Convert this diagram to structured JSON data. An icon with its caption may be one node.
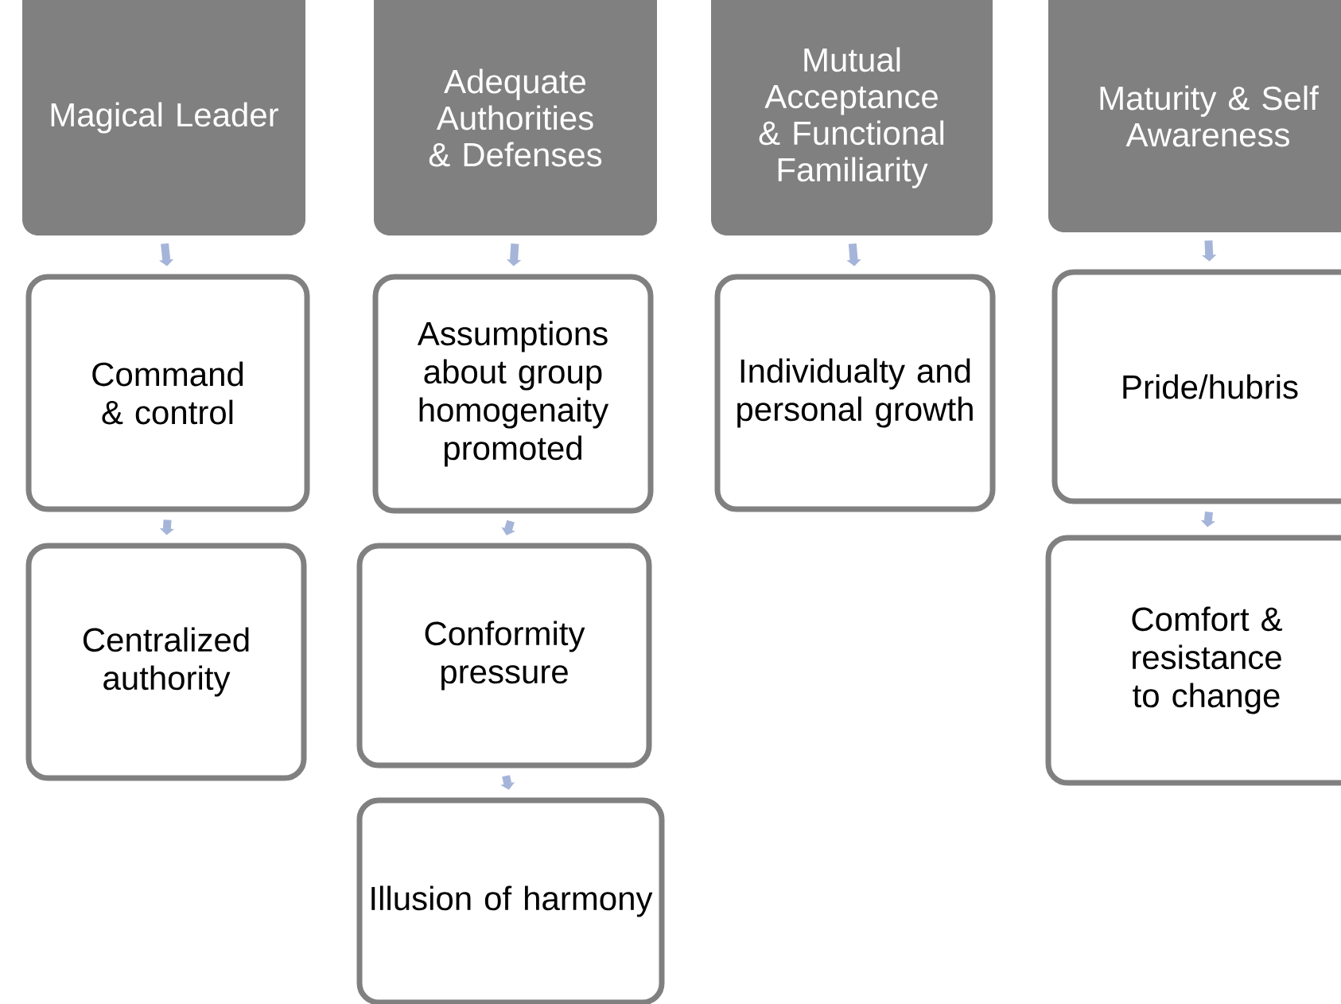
{
  "diagram": {
    "nodes": [
      {
        "text": [
          "Magical Leader"
        ]
      },
      {
        "text": [
          "Command & control"
        ]
      },
      {
        "text": [
          "Centralized authority"
        ]
      },
      {
        "text": [
          "Adequate Authorities & Defenses"
        ]
      },
      {
        "text": [
          "Assumptions about group homogenaity promoted"
        ]
      },
      {
        "text": [
          "Conformity pressure"
        ]
      },
      {
        "text": [
          "Illusion of harmony"
        ]
      },
      {
        "text": [
          "Mutual Acceptance & Functional Familiarity"
        ]
      },
      {
        "text": [
          "Individualty and personal growth"
        ]
      },
      {
        "text": [
          "Maturity & Self Awareness"
        ]
      },
      {
        "text": [
          "Pride/hubris"
        ]
      },
      {
        "text": [
          "Comfort & resistance to change"
        ]
      }
    ],
    "edges": [
      {
        "from": 0,
        "to": 1,
        "arrow": "to"
      },
      {
        "from": 1,
        "to": 2,
        "arrow": "to"
      },
      {
        "from": 3,
        "to": 4,
        "arrow": "to"
      },
      {
        "from": 4,
        "to": 5,
        "arrow": "to"
      },
      {
        "from": 5,
        "to": 6,
        "arrow": "to"
      },
      {
        "from": 7,
        "to": 8,
        "arrow": "to"
      },
      {
        "from": 9,
        "to": 10,
        "arrow": "to"
      },
      {
        "from": 10,
        "to": 11,
        "arrow": "to"
      }
    ]
  }
}
